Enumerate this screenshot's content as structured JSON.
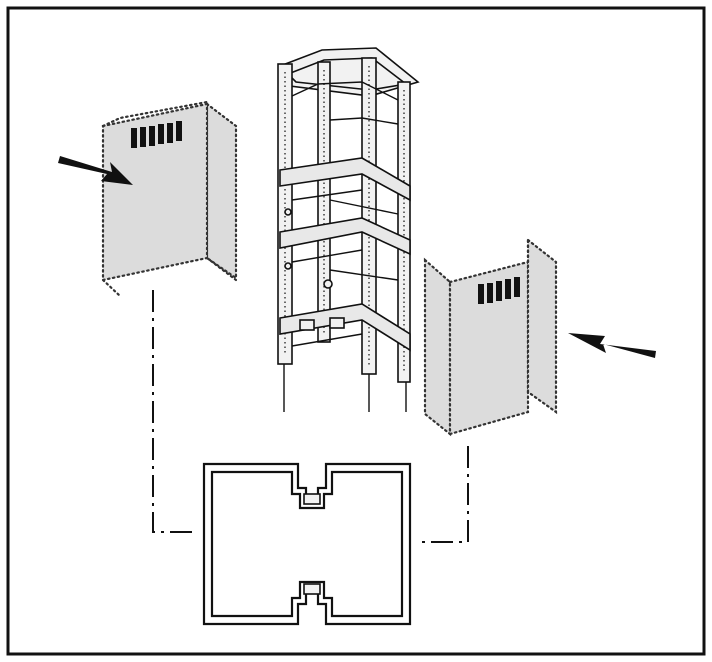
{
  "diagram": {
    "panels": [
      {
        "name": "left-cover-panel",
        "arrow_direction": "right"
      },
      {
        "name": "right-cover-panel",
        "arrow_direction": "left"
      }
    ],
    "components": [
      "chimney-frame",
      "cover-panel-left",
      "cover-panel-right",
      "cross-section"
    ],
    "colors": {
      "line": "#111111",
      "panel_fill": "#dcdcdc",
      "background": "#ffffff"
    }
  }
}
